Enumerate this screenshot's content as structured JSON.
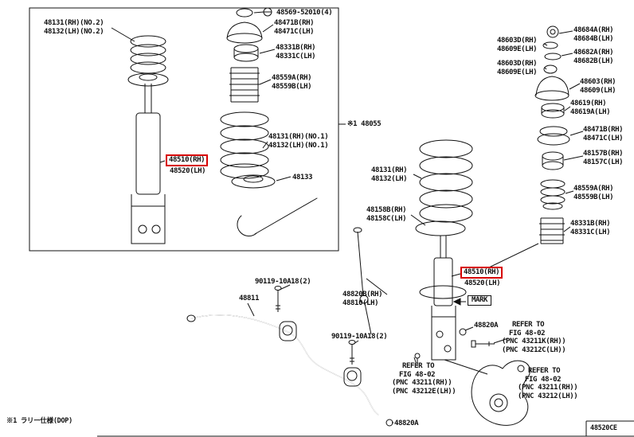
{
  "meta": {
    "drawing_code": "48520CE",
    "footnote": "※1 ラリー仕様(DOP)"
  },
  "colors": {
    "highlight": "#d70000",
    "line": "#111111",
    "background": "#ffffff"
  },
  "callouts": [
    {
      "id": "spring-no2",
      "lines": [
        "48131(RH)(NO.2)",
        "48132(LH)(NO.2)"
      ]
    },
    {
      "id": "nut-48569",
      "lines": [
        "48569-52010(4)"
      ]
    },
    {
      "id": "insulator-48471-inset",
      "lines": [
        "48471B(RH)",
        "48471C(LH)"
      ]
    },
    {
      "id": "cover-48331-inset",
      "lines": [
        "48331B(RH)",
        "48331C(LH)"
      ]
    },
    {
      "id": "bumper-48559-inset",
      "lines": [
        "48559A(RH)",
        "48559B(LH)"
      ]
    },
    {
      "id": "spring-no1",
      "lines": [
        "48131(RH)(NO.1)",
        "48132(LH)(NO.1)"
      ]
    },
    {
      "id": "absorber-48510-inset",
      "lines": [
        "48510(RH)"
      ],
      "highlighted": true
    },
    {
      "id": "absorber-48520-inset",
      "lines": [
        "48520(LH)"
      ]
    },
    {
      "id": "seat-48133",
      "lines": [
        "48133"
      ]
    },
    {
      "id": "kit-48055",
      "lines": [
        "※1 48055"
      ]
    },
    {
      "id": "spring-main",
      "lines": [
        "48131(RH)",
        "48132(LH)"
      ]
    },
    {
      "id": "insulator-48158",
      "lines": [
        "48158B(RH)",
        "48158C(LH)"
      ]
    },
    {
      "id": "absorber-48510-main",
      "lines": [
        "48510(RH)"
      ],
      "highlighted": true
    },
    {
      "id": "absorber-48520-main",
      "lines": [
        "48520(LH)"
      ]
    },
    {
      "id": "mark",
      "lines": [
        "MARK"
      ],
      "boxed": true
    },
    {
      "id": "nut-48820a-upper",
      "lines": [
        "48820A"
      ]
    },
    {
      "id": "bolt-90119-upper",
      "lines": [
        "90119-10A18(2)"
      ]
    },
    {
      "id": "link-48820b",
      "lines": [
        "48820B(RH)",
        "48810(LH)"
      ]
    },
    {
      "id": "bar-48811",
      "lines": [
        "48811"
      ]
    },
    {
      "id": "bolt-90119-lower",
      "lines": [
        "90119-10A18(2)"
      ]
    },
    {
      "id": "refer-1",
      "lines": [
        "REFER TO",
        "FIG 48-02",
        "(PNC 43211K(RH))",
        "(PNC 43212C(LH))"
      ]
    },
    {
      "id": "refer-2",
      "lines": [
        "REFER TO",
        "FIG 48-02",
        "(PNC 43211(RH))",
        "(PNC 43212E(LH))"
      ]
    },
    {
      "id": "refer-3",
      "lines": [
        "REFER TO",
        "FIG 48-02",
        "(PNC 43211(RH))",
        "(PNC 43212(LH))"
      ]
    },
    {
      "id": "nut-48820a-lower",
      "lines": [
        "48820A"
      ]
    },
    {
      "id": "nut-48684",
      "lines": [
        "48684A(RH)",
        "48684B(LH)"
      ]
    },
    {
      "id": "cap-48603d-1",
      "lines": [
        "48603D(RH)",
        "48609E(LH)"
      ]
    },
    {
      "id": "washer-48682",
      "lines": [
        "48682A(RH)",
        "48682B(LH)"
      ]
    },
    {
      "id": "cap-48603d-2",
      "lines": [
        "48603D(RH)",
        "48609E(LH)"
      ]
    },
    {
      "id": "support-48603",
      "lines": [
        "48603(RH)",
        "48609(LH)"
      ]
    },
    {
      "id": "bearing-48619",
      "lines": [
        "48619(RH)",
        "48619A(LH)"
      ]
    },
    {
      "id": "insulator-48471-right",
      "lines": [
        "48471B(RH)",
        "48471C(LH)"
      ]
    },
    {
      "id": "spacer-48157",
      "lines": [
        "48157B(RH)",
        "48157C(LH)"
      ]
    },
    {
      "id": "bumper-48559-right",
      "lines": [
        "48559A(RH)",
        "48559B(LH)"
      ]
    },
    {
      "id": "cover-48331-right",
      "lines": [
        "48331B(RH)",
        "48331C(LH)"
      ]
    }
  ]
}
